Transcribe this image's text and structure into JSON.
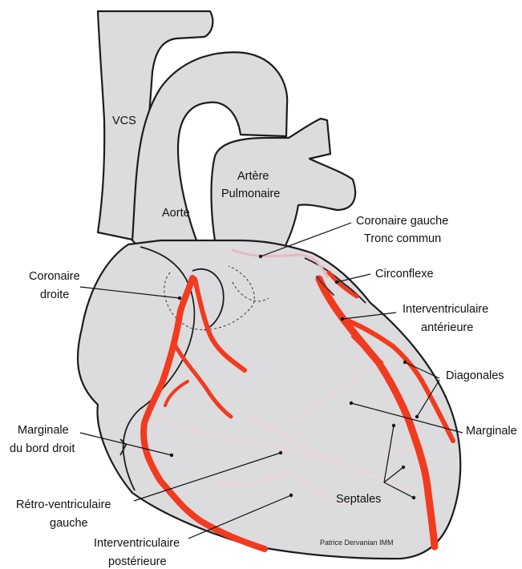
{
  "labels": {
    "vcs": "VCS",
    "aorte": "Aorte",
    "artere_line1": "Artère",
    "artere_line2": "Pulmonaire",
    "coronaire_gauche_line1": "Coronaire gauche",
    "coronaire_gauche_line2": "Tronc commun",
    "circonflexe": "Circonflexe",
    "coronaire_droite_line1": "Coronaire",
    "coronaire_droite_line2": "droite",
    "iva_line1": "Interventriculaire",
    "iva_line2": "antérieure",
    "diagonales": "Diagonales",
    "marginale": "Marginale",
    "marginale_bd_line1": "Marginale",
    "marginale_bd_line2": "du bord droit",
    "septales": "Septales",
    "retro_line1": "Rétro-ventriculaire",
    "retro_line2": "gauche",
    "ivp_line1": "Interventriculaire",
    "ivp_line2": "postérieure",
    "credit": "Patrice Dervanian IMM"
  },
  "colors": {
    "heart": "#dcdbde",
    "outline": "#1c1c1c",
    "artery": "#f23a1e",
    "faint_vessel": "#e9b8c0"
  }
}
